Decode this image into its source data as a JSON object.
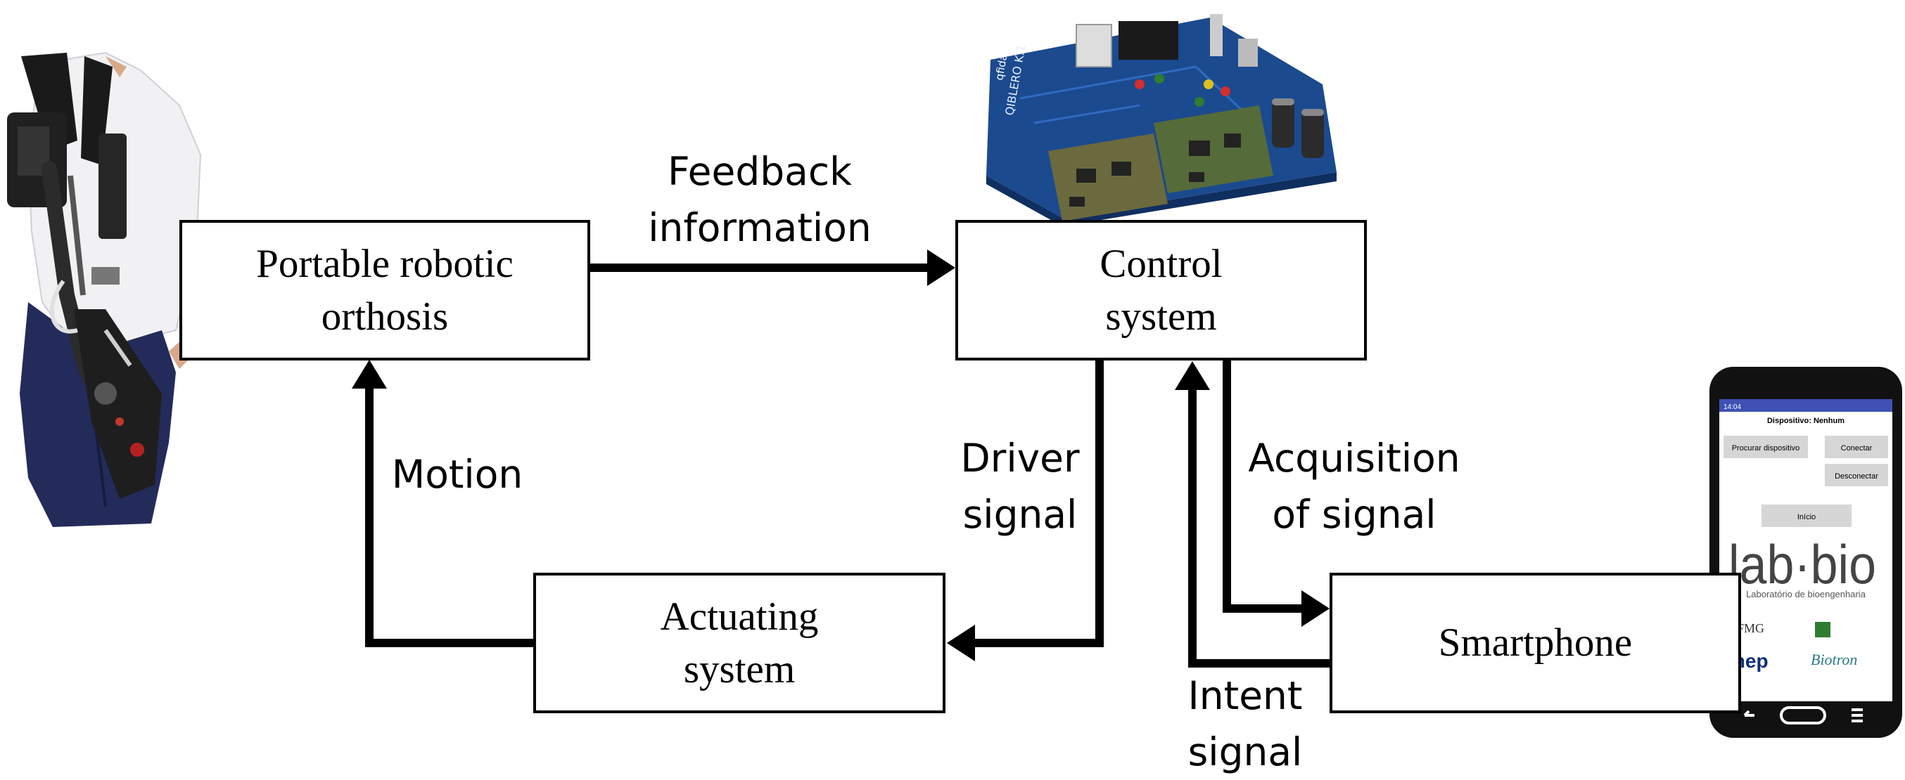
{
  "boxes": {
    "orthosis": [
      "Portable robotic",
      "orthosis"
    ],
    "control": [
      "Control",
      "system"
    ],
    "actuating": [
      "Actuating",
      "system"
    ],
    "smartphone": "Smartphone"
  },
  "labels": {
    "feedback": [
      "Feedback",
      "information"
    ],
    "motion": "Motion",
    "driver": [
      "Driver",
      "signal"
    ],
    "acquisition": [
      "Acquisition",
      "of signal"
    ],
    "intent": [
      "Intent",
      "signal"
    ]
  },
  "board": {
    "silkscreen": "QIBLERO K.1",
    "logo": "qfida"
  },
  "phone_screen": {
    "status_time": "14:04",
    "title": "Dispositivo: Nenhum",
    "buttons": [
      "Procurar dispositivo",
      "Conectar",
      "Desconectar",
      "Início"
    ],
    "logo": "lab·bio",
    "logo_sub": "Laboratório de bioengenharia",
    "partners": [
      "UFMG",
      "inep",
      "Biotron"
    ]
  },
  "colors": {
    "line": "#000000",
    "board": "#1b4a8f",
    "phone": "#111111"
  }
}
